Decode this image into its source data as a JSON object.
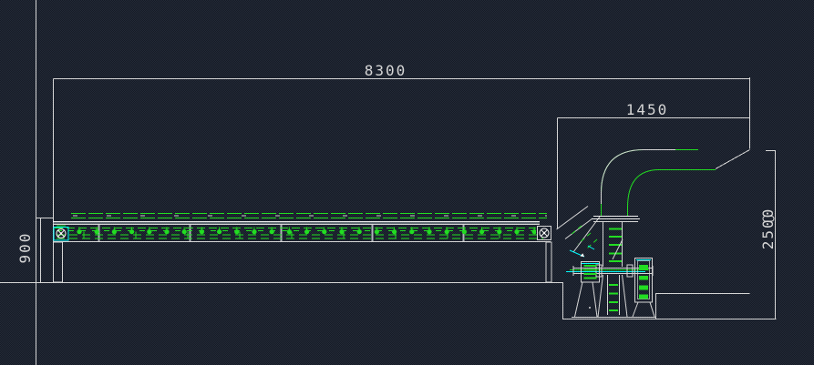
{
  "drawing": {
    "title": "conveyor-and-bucket-elevator-elevation",
    "dimensions": {
      "overall_length": {
        "label": "8300",
        "orientation": "horizontal"
      },
      "head_section_width": {
        "label": "1450",
        "orientation": "horizontal"
      },
      "right_wall_height": {
        "label": "2500",
        "orientation": "vertical"
      },
      "belt_height": {
        "label": "900",
        "orientation": "vertical"
      }
    }
  },
  "colors": {
    "bg": "#161b26",
    "dot": "#232a37",
    "line": "#d6d6d6",
    "green": "#22dd22",
    "cyan": "#00ffff",
    "text": "#d6d6d6"
  }
}
